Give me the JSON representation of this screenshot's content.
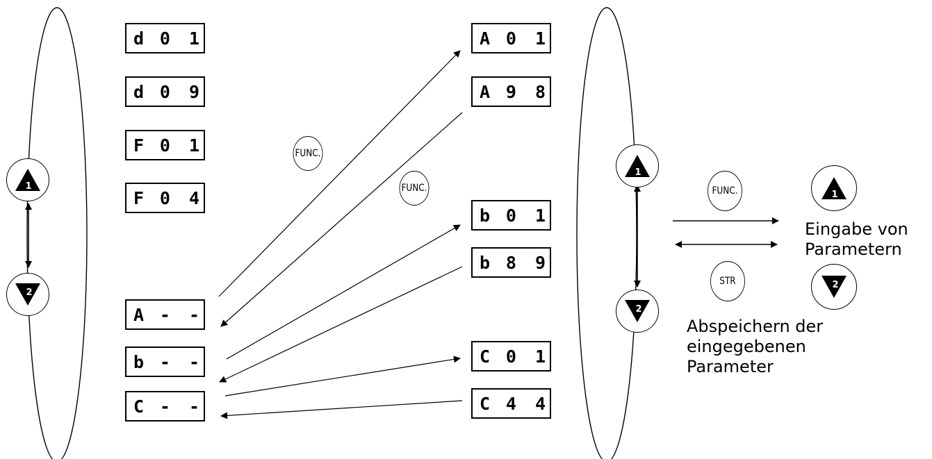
{
  "displays_left": [
    {
      "letter": "d",
      "value": "0 1"
    },
    {
      "letter": "d",
      "value": "0 9"
    },
    {
      "letter": "F",
      "value": "0 1"
    },
    {
      "letter": "F",
      "value": "0 4"
    },
    {
      "letter": "A",
      "value": "- -"
    },
    {
      "letter": "b",
      "value": "- -"
    },
    {
      "letter": "C",
      "value": "- -"
    }
  ],
  "displays_right": [
    {
      "letter": "A",
      "value": "0 1"
    },
    {
      "letter": "A",
      "value": "9 8"
    },
    {
      "letter": "b",
      "value": "0 1"
    },
    {
      "letter": "b",
      "value": "8 9"
    },
    {
      "letter": "C",
      "value": "0 1"
    },
    {
      "letter": "C",
      "value": "4 4"
    }
  ],
  "keys": {
    "up_number": "1",
    "down_number": "2",
    "func_label": "FUNC.",
    "str_label": "STR"
  },
  "captions": {
    "input_parameters": "Eingabe von\nParametern",
    "save_parameters": "Abspeichern der\neingegebenen\nParameter"
  },
  "colors": {
    "line": "#000000",
    "background": "#ffffff"
  }
}
